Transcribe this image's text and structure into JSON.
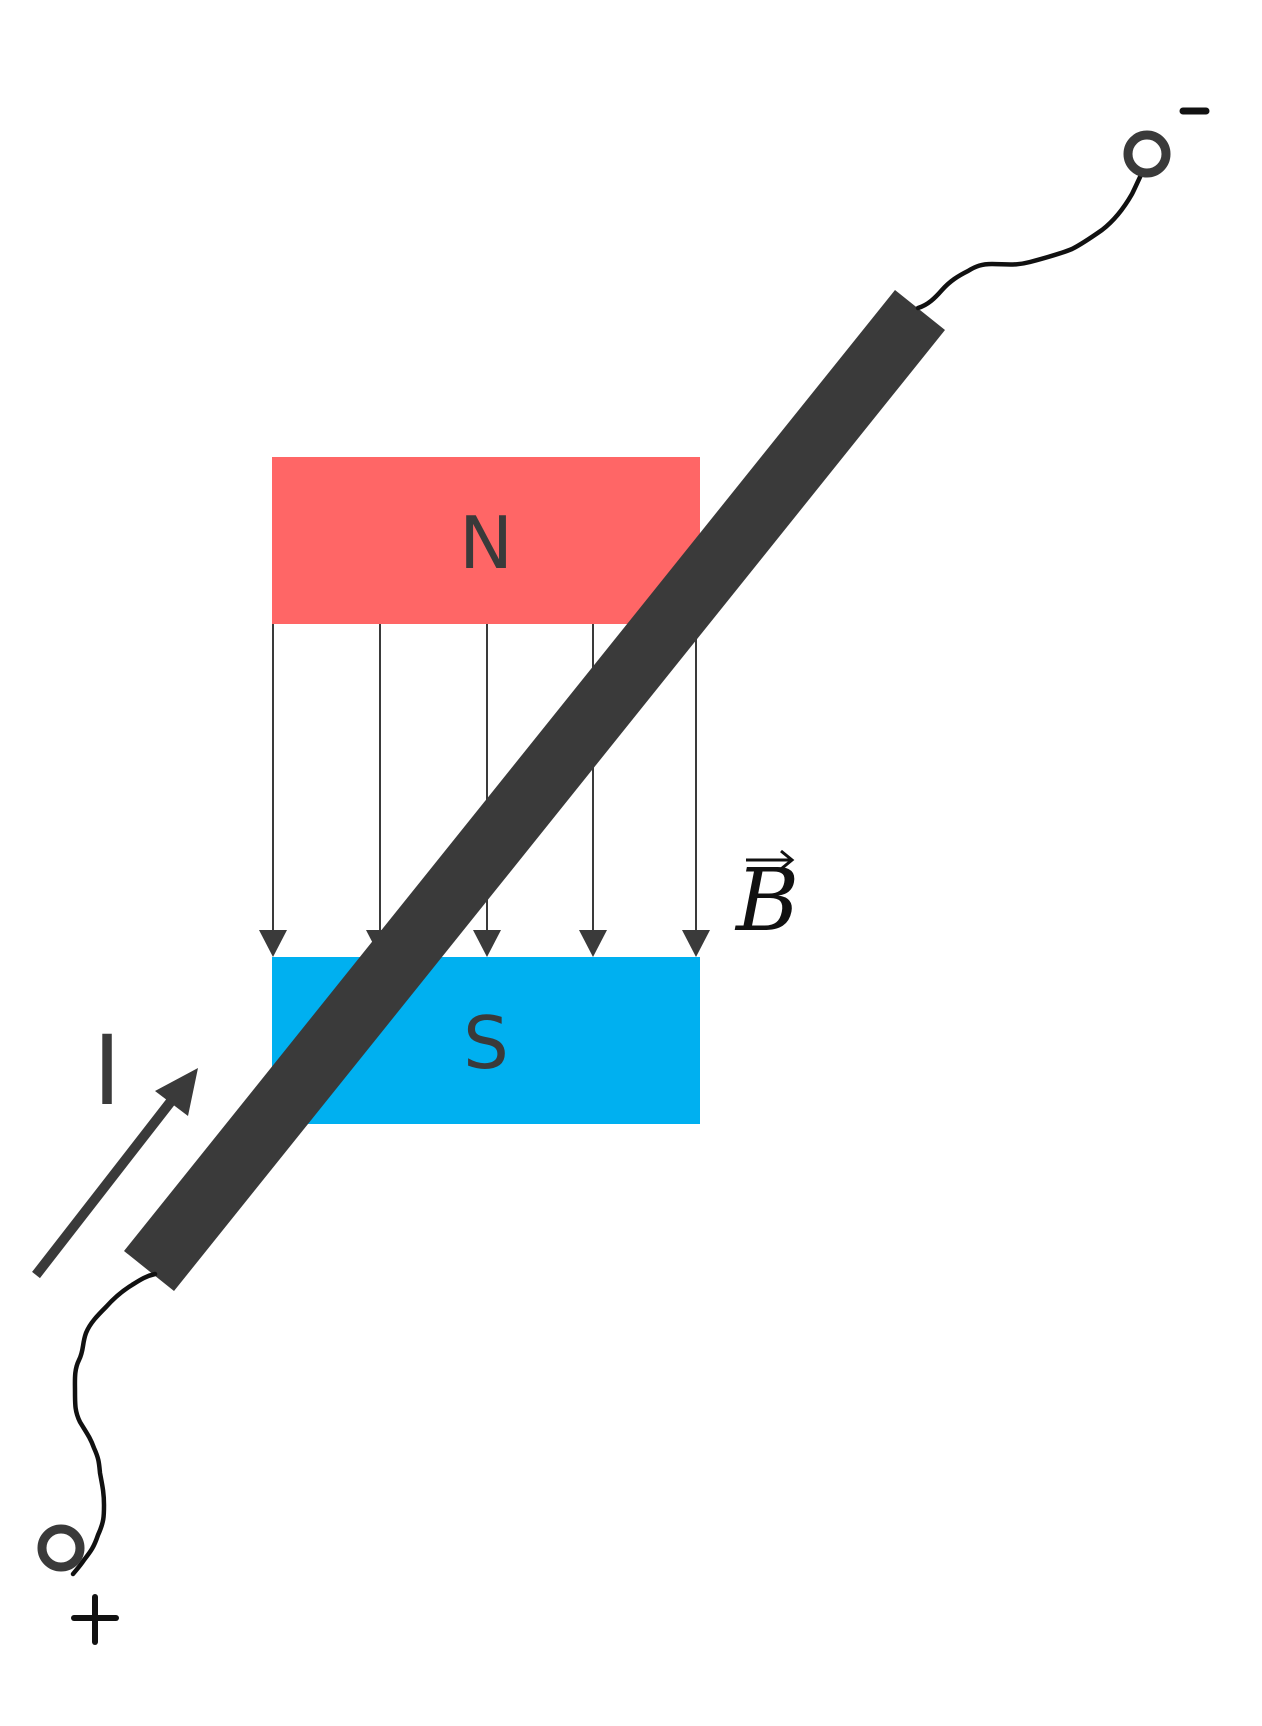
{
  "colors": {
    "north_pole": "#FF6666",
    "south_pole": "#00B0F0",
    "conductor": "#3A3A3A",
    "field_lines": "#3A3A3A",
    "wire": "#111111",
    "terminal": "#3A3A3A"
  },
  "magnet": {
    "north_label": "N",
    "south_label": "S"
  },
  "field": {
    "label": "B",
    "line_count": 5
  },
  "current": {
    "label": "I"
  },
  "terminals": {
    "negative_label": "-",
    "positive_label": "+"
  }
}
